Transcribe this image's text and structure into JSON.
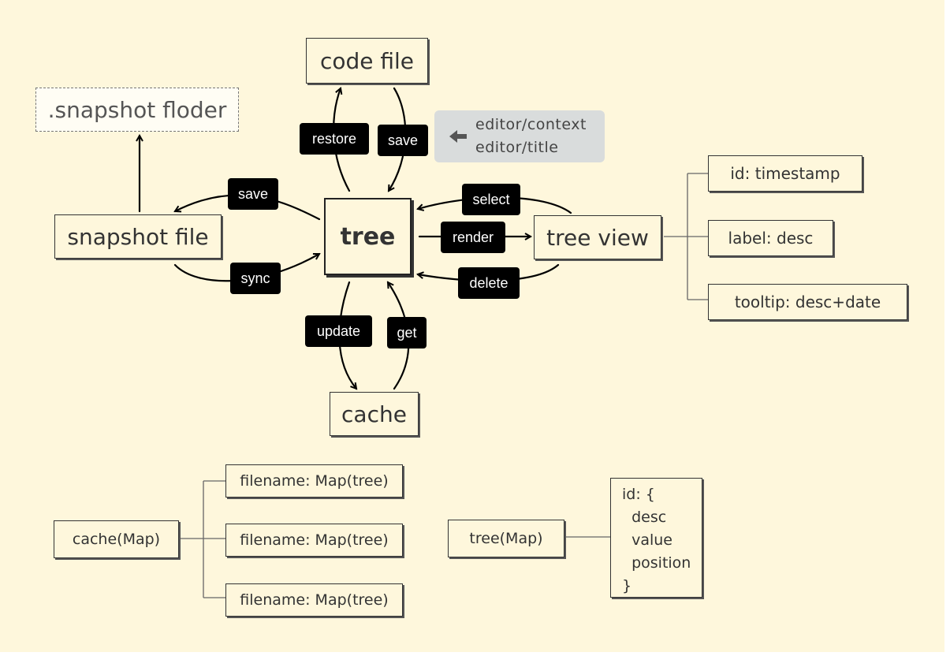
{
  "nodes": {
    "code_file": "code file",
    "snapshot_folder": ".snapshot floder",
    "snapshot_file": "snapshot file",
    "tree": "tree",
    "tree_view": "tree view",
    "cache": "cache",
    "id": "id: timestamp",
    "label": "label: desc",
    "tooltip": "tooltip: desc+date",
    "cache_map": "cache(Map)",
    "filename_1": "filename: Map(tree)",
    "filename_2": "filename: Map(tree)",
    "filename_3": "filename: Map(tree)",
    "tree_map": "tree(Map)",
    "tree_map_detail": "id: {\n  desc\n  value\n  position\n}"
  },
  "edges": {
    "restore": "restore",
    "save_code": "save",
    "save_snapshot": "save",
    "sync": "sync",
    "select": "select",
    "render": "render",
    "delete": "delete",
    "update": "update",
    "get": "get"
  },
  "note": {
    "icon": "arrow-left-icon",
    "line1": "editor/context",
    "line2": "editor/title"
  },
  "colors": {
    "background": "#fef7dc",
    "label_bg": "#000000",
    "note_bg": "#d9dcdc"
  }
}
